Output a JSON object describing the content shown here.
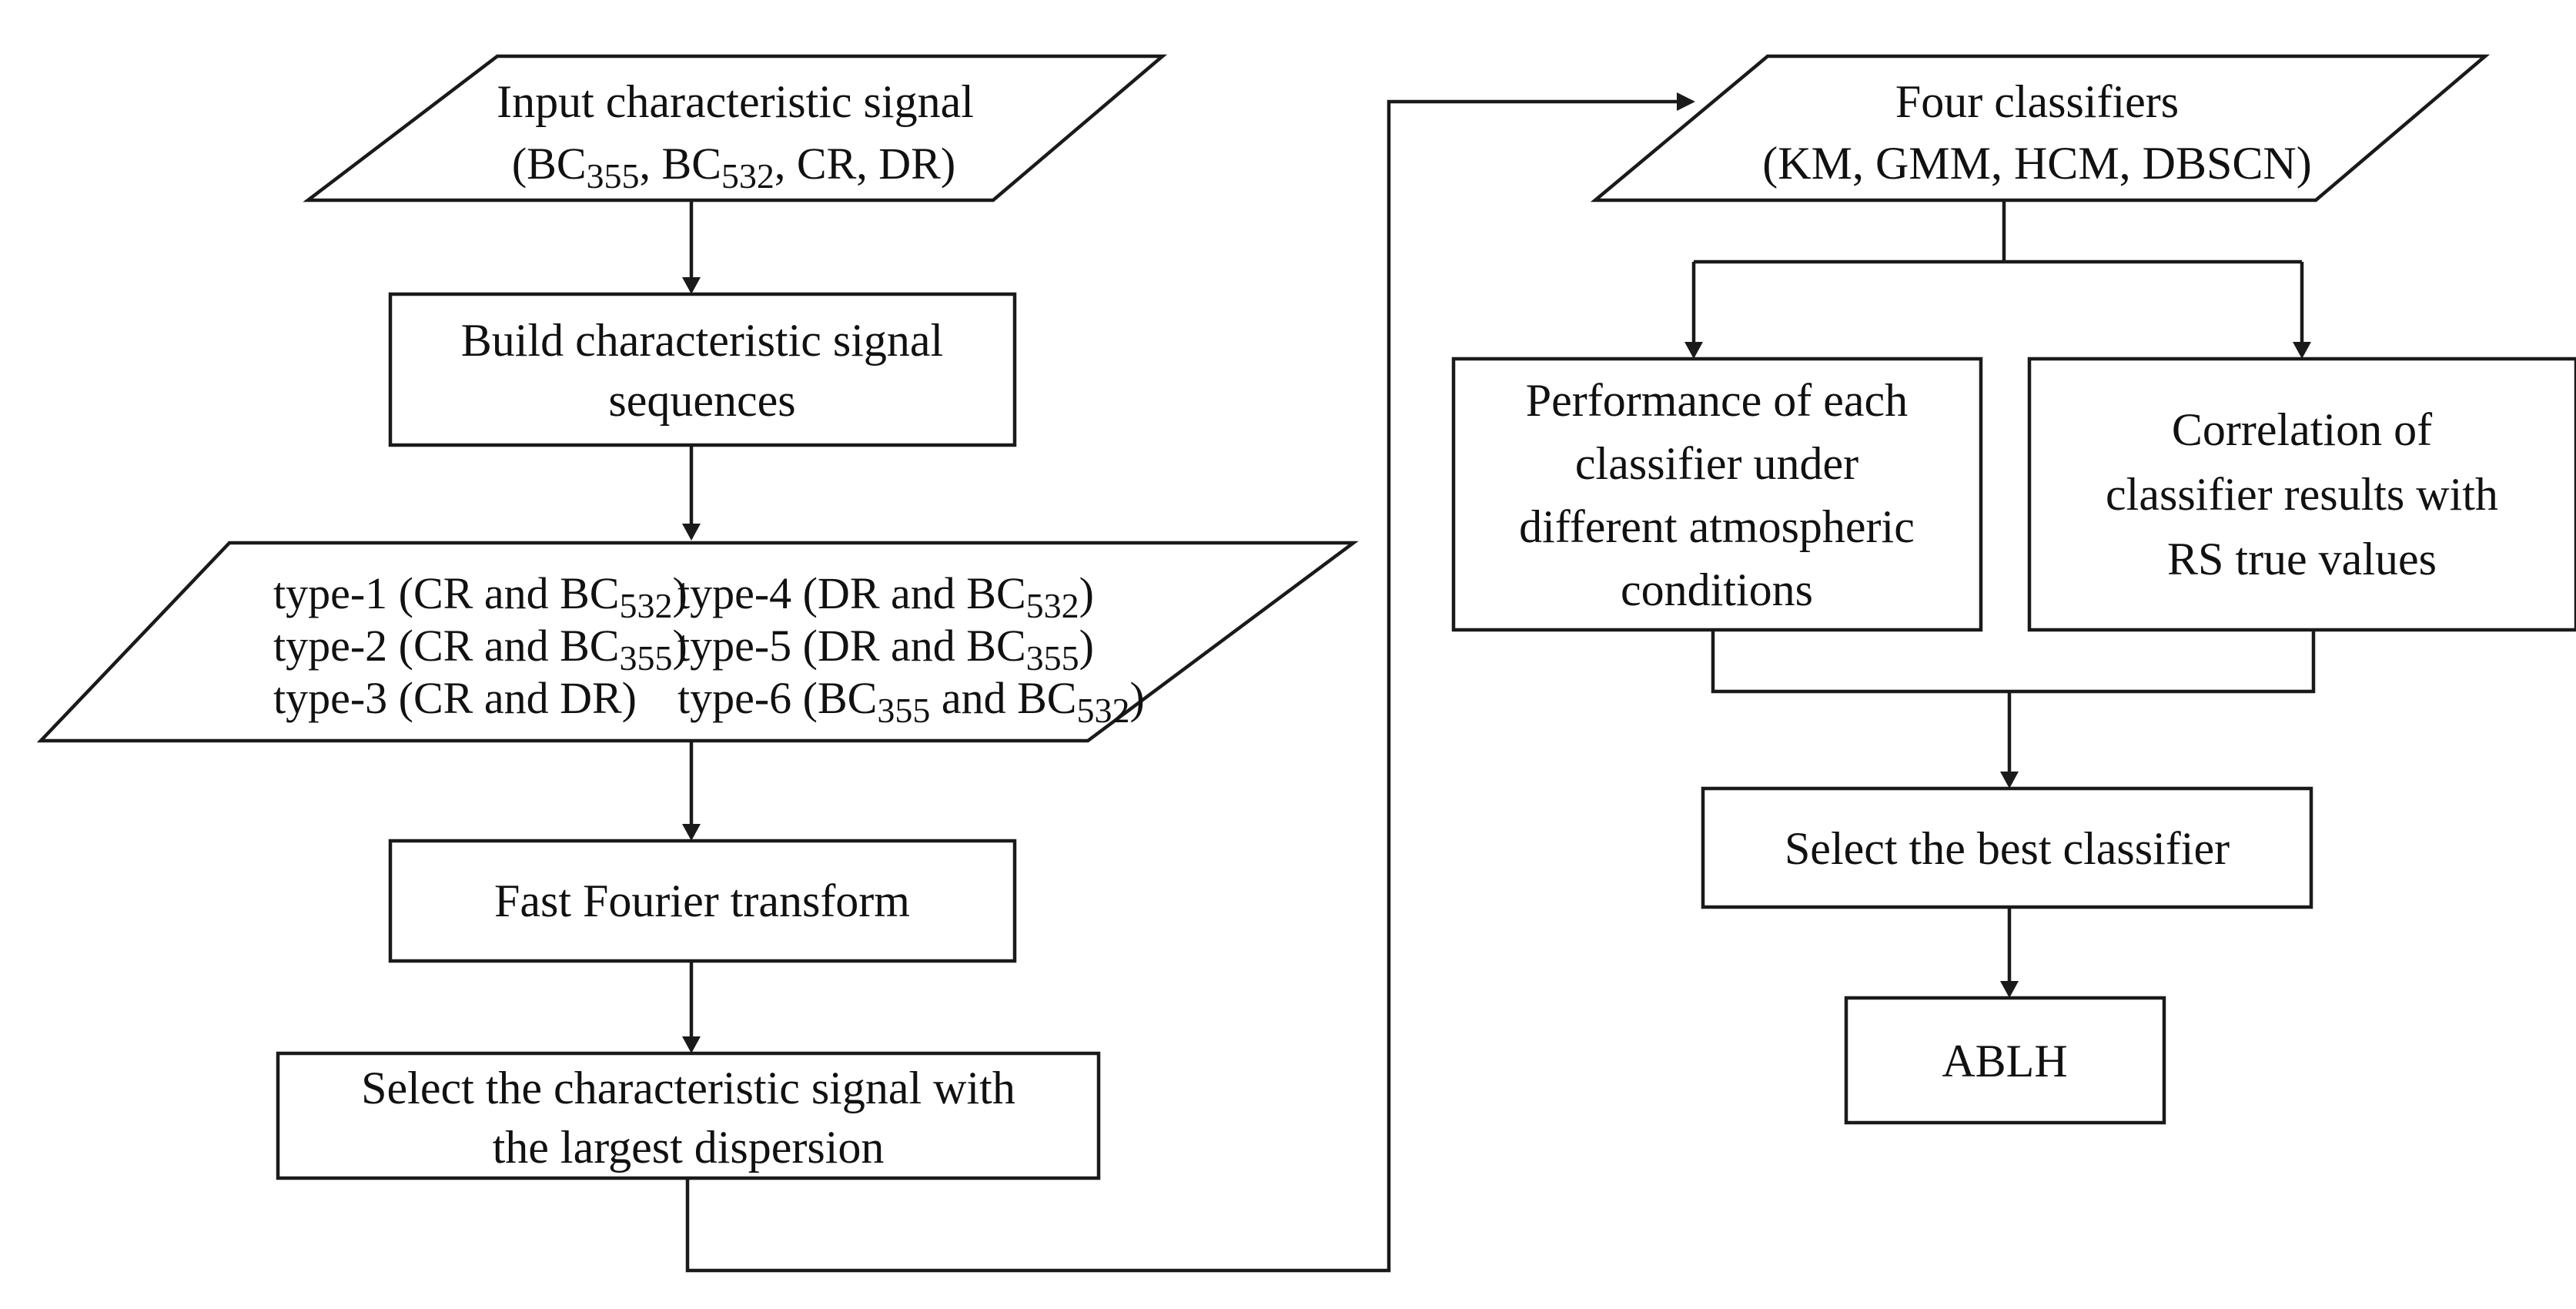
{
  "nodes": {
    "input": {
      "line1": "Input characteristic signal",
      "line2": {
        "open": "(BC",
        "sub1": "355",
        "mid1": ", BC",
        "sub2": "532",
        "close": ", CR, DR)"
      }
    },
    "build": {
      "line1": "Build characteristic signal",
      "line2": "sequences"
    },
    "types": {
      "type1": {
        "pre": "type-1 (CR and BC",
        "sub": "532",
        "post": ")"
      },
      "type2": {
        "pre": "type-2 (CR and BC",
        "sub": "355",
        "post": ")"
      },
      "type3": {
        "text": "type-3 (CR and DR)"
      },
      "type4": {
        "pre": "type-4 (DR and BC",
        "sub": "532",
        "post": ")"
      },
      "type5": {
        "pre": "type-5 (DR and BC",
        "sub": "355",
        "post": ")"
      },
      "type6": {
        "pre": "type-6 (BC",
        "sub1": "355",
        "mid": " and BC",
        "sub2": "532",
        "post": ")"
      }
    },
    "fft": {
      "label": "Fast Fourier transform"
    },
    "select_signal": {
      "line1": "Select the characteristic signal with",
      "line2": "the largest dispersion"
    },
    "classifiers": {
      "line1": "Four classifiers",
      "line2": "(KM, GMM, HCM, DBSCN)"
    },
    "performance": {
      "line1": "Performance of each",
      "line2": "classifier under",
      "line3": "different atmospheric",
      "line4": "conditions"
    },
    "correlation": {
      "line1": "Correlation of",
      "line2": "classifier results with",
      "line3": "RS true values"
    },
    "select_best": {
      "label": "Select the best classifier"
    },
    "ablh": {
      "label": "ABLH"
    }
  }
}
